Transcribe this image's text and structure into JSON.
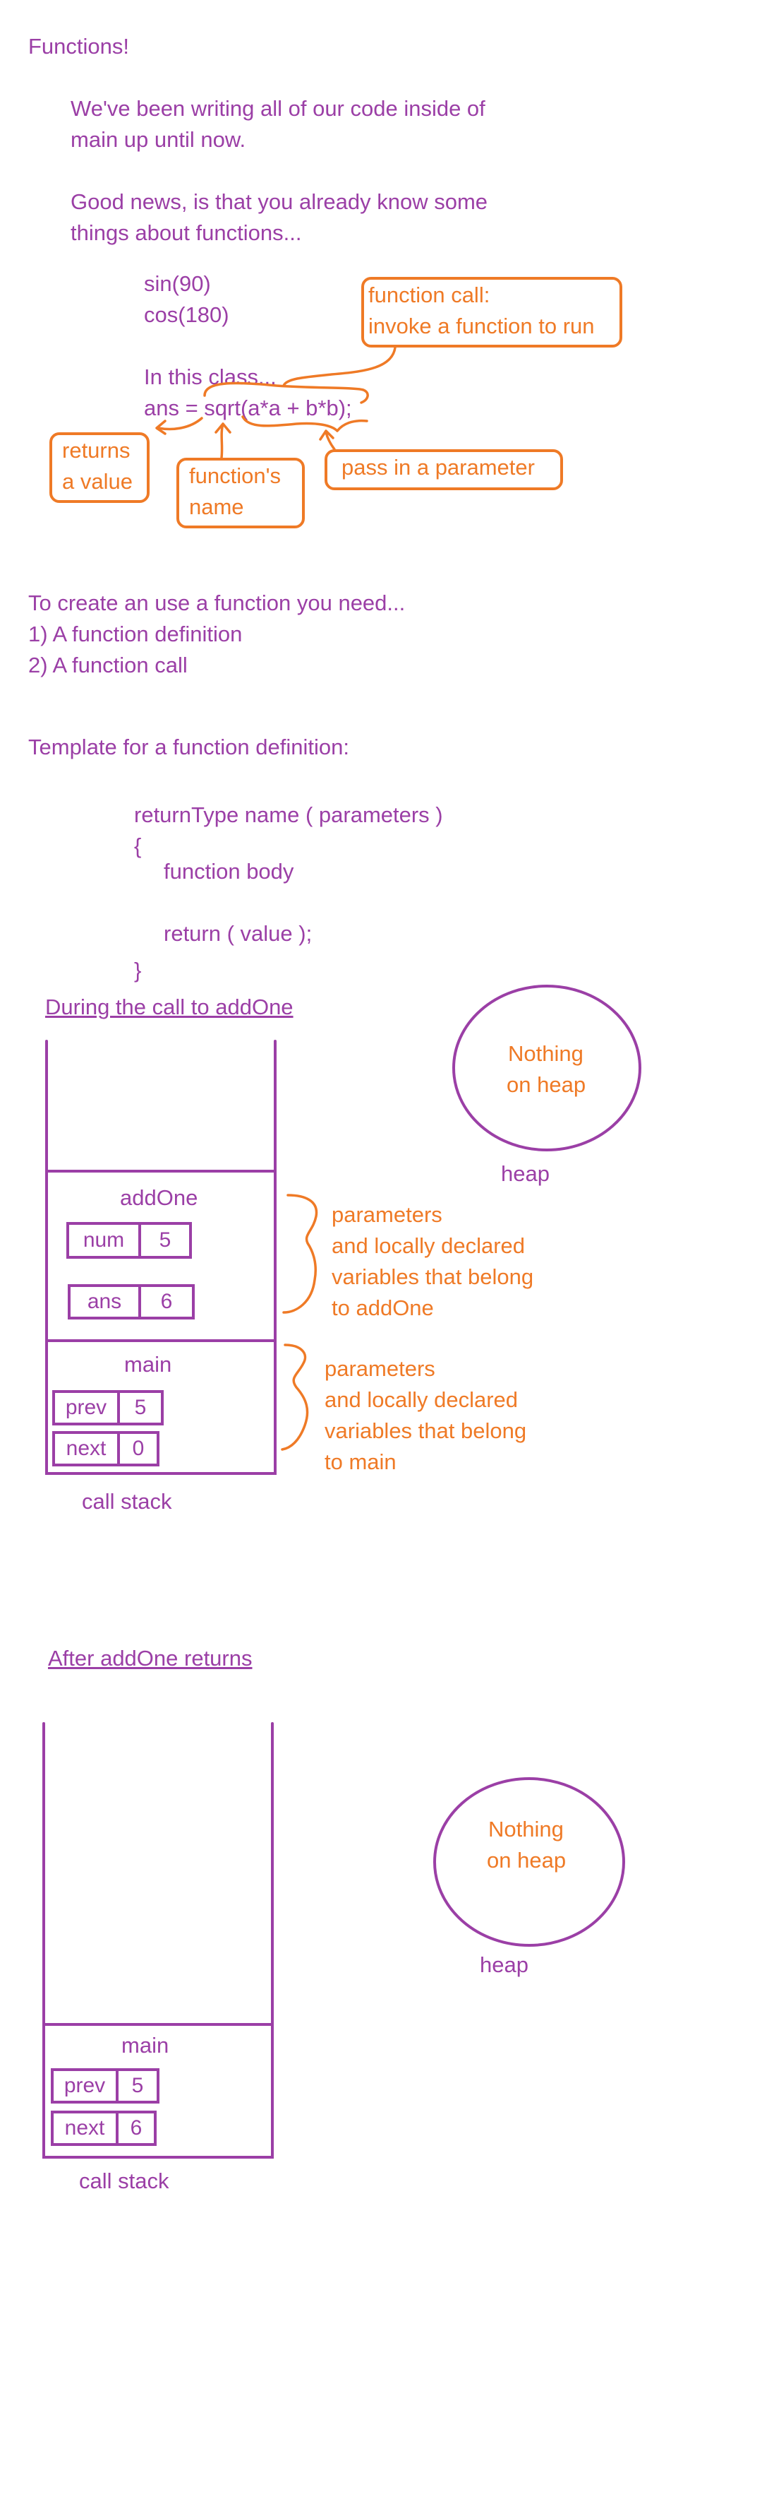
{
  "intro": {
    "title": "Functions!",
    "line1": "We've been writing all of our code inside of",
    "line2": "main up until now.",
    "line3": "Good news, is that you already know some",
    "line4": "things about functions...",
    "ex1": "sin(90)",
    "ex2": "cos(180)",
    "ex3": "In this class...",
    "ex4": "ans = sqrt(a*a + b*b);"
  },
  "callouts": {
    "call_line1": "function call:",
    "call_line2": "invoke a function to run",
    "returns_line1": "returns",
    "returns_line2": "a value",
    "name_line1": "function's",
    "name_line2": "name",
    "param": "pass in a parameter"
  },
  "requirements": {
    "intro": "To create an use a function you need...",
    "item1": "1) A function definition",
    "item2": "2) A function call"
  },
  "template": {
    "heading": "Template for a function definition:",
    "signature": "returnType name ( parameters )",
    "open_brace": "{",
    "body": "function body",
    "return_stmt": "return ( value );",
    "close_brace": "}"
  },
  "during": {
    "heading": "During the call to addOne",
    "heap_text1": "Nothing",
    "heap_text2": "on heap",
    "heap_label": "heap",
    "frame_addone": {
      "name": "addOne",
      "vars": [
        {
          "name": "num",
          "value": "5"
        },
        {
          "name": "ans",
          "value": "6"
        }
      ]
    },
    "frame_main": {
      "name": "main",
      "vars": [
        {
          "name": "prev",
          "value": "5"
        },
        {
          "name": "next",
          "value": "0"
        }
      ]
    },
    "note_addone": [
      "parameters",
      "and locally declared",
      "variables that belong",
      "to addOne"
    ],
    "note_main": [
      "parameters",
      "and locally declared",
      "variables that belong",
      "to main"
    ],
    "stack_label": "call stack"
  },
  "after": {
    "heading": "After addOne returns",
    "heap_text1": "Nothing",
    "heap_text2": "on heap",
    "heap_label": "heap",
    "frame_main": {
      "name": "main",
      "vars": [
        {
          "name": "prev",
          "value": "5"
        },
        {
          "name": "next",
          "value": "6"
        }
      ]
    },
    "stack_label": "call stack"
  },
  "colors": {
    "purple": "#9b3fa6",
    "orange": "#ef7a26"
  }
}
